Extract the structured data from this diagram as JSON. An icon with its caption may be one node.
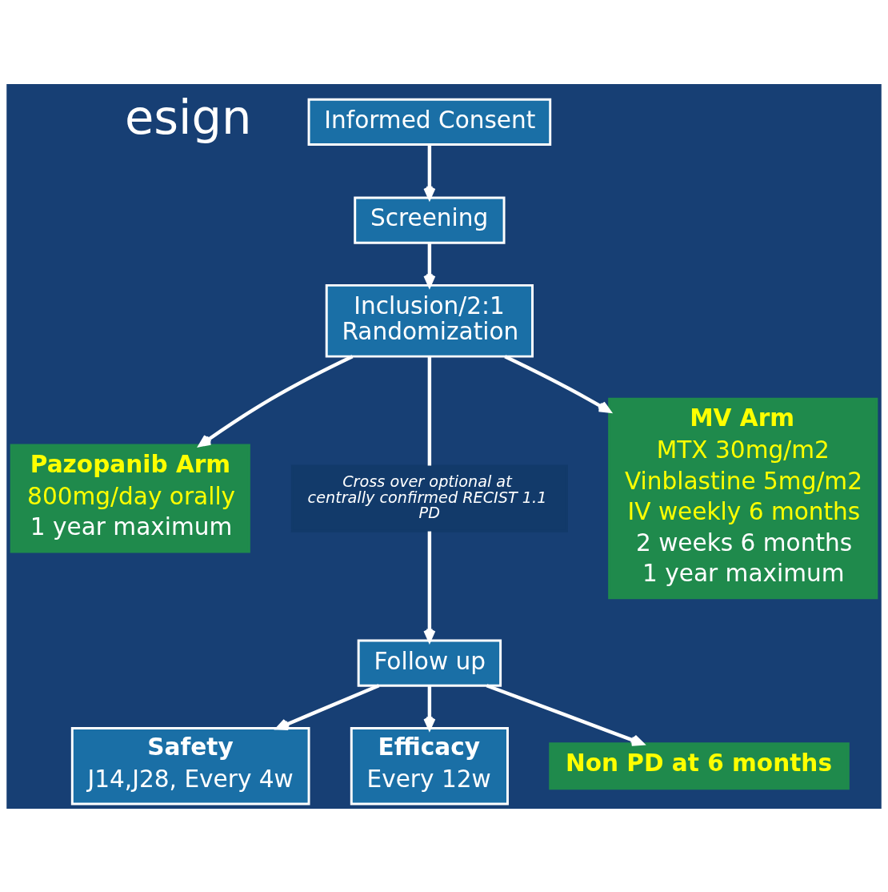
{
  "diagram": {
    "nodes": [
      {
        "text": [
          "Informed Consent"
        ]
      },
      {
        "text": [
          "Screening"
        ]
      },
      {
        "text": [
          "Inclusion/2:1 Randomization"
        ]
      },
      {
        "text": [
          "Pazopanib Arm",
          "800mg/day orally",
          "1 year maximum"
        ]
      },
      {
        "text": [
          "Cross over optional at centrally confirmed RECIST 1.1 PD"
        ]
      },
      {
        "text": [
          "MV Arm",
          "MTX 30mg/m2",
          "Vinblastine 5mg/m2",
          "IV weekly 6 months",
          "2 weeks 6 months",
          "1 year maximum"
        ]
      },
      {
        "text": [
          "Follow up"
        ]
      },
      {
        "text": [
          "Safety",
          "J14,J28, Every 4w"
        ]
      },
      {
        "text": [
          "Efficacy",
          "Every 12w"
        ]
      },
      {
        "text": [
          "Non PD at 6 months"
        ]
      }
    ],
    "edges": [
      {
        "from": 0,
        "to": 1,
        "arrow": "to"
      },
      {
        "from": 1,
        "to": 2,
        "arrow": "to"
      },
      {
        "from": 2,
        "to": 3,
        "arrow": "to"
      },
      {
        "from": 2,
        "to": 4,
        "arrow": "none"
      },
      {
        "from": 2,
        "to": 5,
        "arrow": "to"
      },
      {
        "from": 4,
        "to": 6,
        "arrow": "to"
      },
      {
        "from": 6,
        "to": 7,
        "arrow": "to"
      },
      {
        "from": 6,
        "to": 8,
        "arrow": "to"
      },
      {
        "from": 6,
        "to": 9,
        "arrow": "to"
      }
    ],
    "labels": [
      "esign"
    ]
  }
}
